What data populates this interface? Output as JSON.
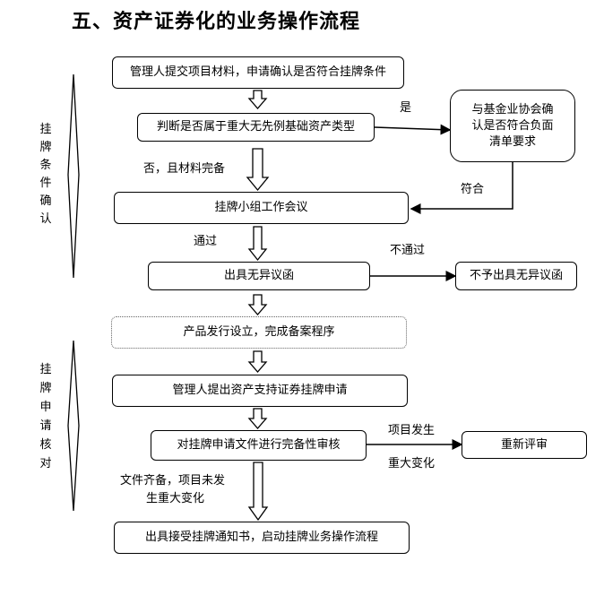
{
  "title": "五、资产证券化的业务操作流程",
  "sections": {
    "listing_confirm": "挂牌条件确认",
    "listing_review": "挂牌申请核对"
  },
  "steps": {
    "s1": "管理人提交项目材料，申请确认是否符合挂牌条件",
    "s2": "判断是否属于重大无先例基础资产类型",
    "s3": "挂牌小组工作会议",
    "s4": "出具无异议函",
    "s5": "产品发行设立，完成备案程序",
    "s6": "管理人提出资产支持证券挂牌申请",
    "s7": "对挂牌申请文件进行完备性审核",
    "s8": "出具接受挂牌通知书，启动挂牌业务操作流程",
    "side_amac": "与基金业协会确认是否符合负面清单要求",
    "side_reject": "不予出具无异议函",
    "side_review": "重新评审"
  },
  "labels": {
    "yes": "是",
    "no_complete": "否，且材料完备",
    "comply": "符合",
    "pass": "通过",
    "fail": "不通过",
    "project_occur": "项目发生",
    "major_change": "重大变化",
    "docs_complete_1": "文件齐备，项目未发",
    "docs_complete_2": "生重大变化"
  }
}
